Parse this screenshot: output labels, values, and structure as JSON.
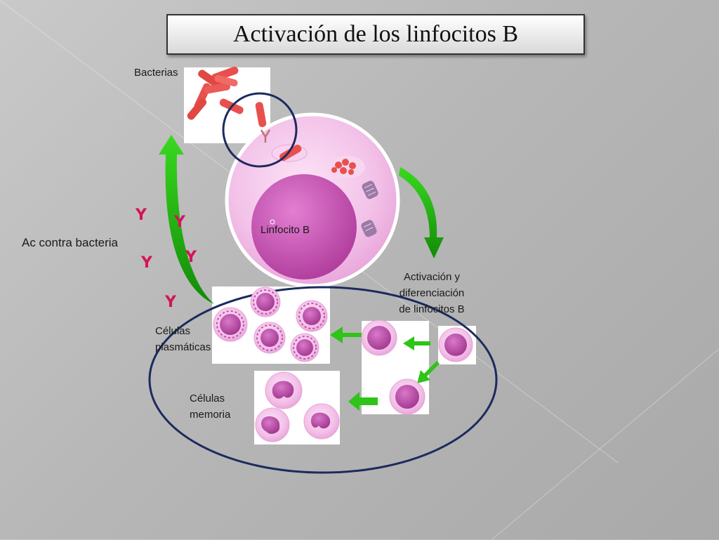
{
  "slide": {
    "title": "Activación de los linfocitos B"
  },
  "labels": {
    "bacteria": "Bacterias",
    "lymphocyte": "Linfocito B",
    "antibodies": "Ac contra bacteria",
    "activation_line1": "Activación y",
    "activation_line2": "diferenciación",
    "activation_line3": "de linfocitos B",
    "plasma_line1": "Células",
    "plasma_line2": "plasmáticas",
    "memory_line1": "Células",
    "memory_line2": "memoria"
  },
  "antibody_symbol": "Y",
  "colors": {
    "antibody": "#d4145a",
    "arrow_green": "#22b014",
    "cell_pink": "#f2b6e4",
    "nucleus": "#c44fb0",
    "bacteria_red": "#e8504e",
    "outline_navy": "#1c2a5e"
  }
}
